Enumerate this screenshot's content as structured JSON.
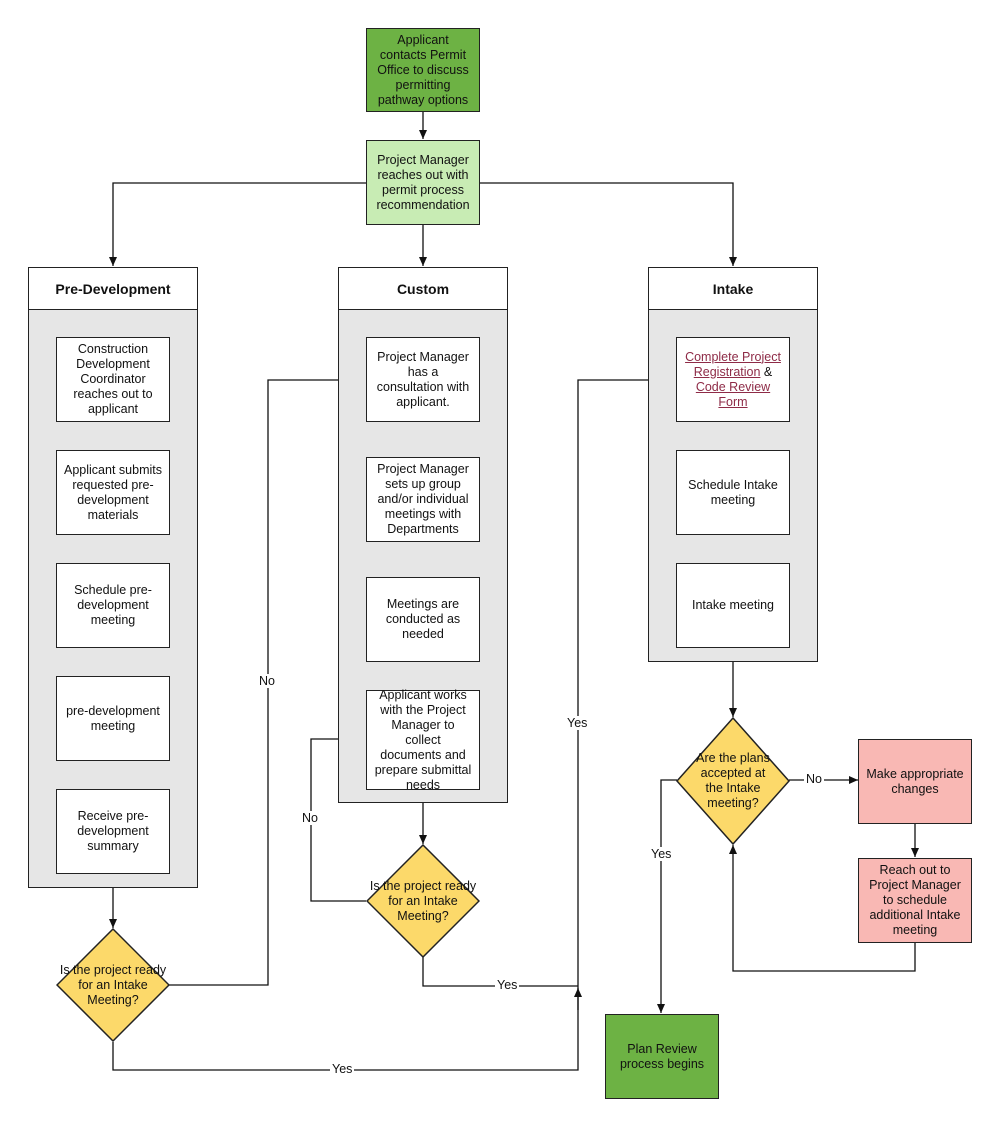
{
  "start": "Applicant contacts Permit Office to discuss permitting pathway options",
  "pm_recommendation": "Project Manager reaches out with permit process recommendation",
  "lanes": {
    "predev": {
      "title": "Pre-Development",
      "steps": [
        "Construction Development Coordinator reaches out to applicant",
        "Applicant submits requested pre-development materials",
        "Schedule pre-development meeting",
        "pre-development meeting",
        "Receive pre-development summary"
      ],
      "decision": "Is the project ready for an Intake Meeting?"
    },
    "custom": {
      "title": "Custom",
      "steps": [
        "Project Manager has a consultation with applicant.",
        "Project Manager sets up group and/or individual meetings with Departments",
        "Meetings are conducted as needed",
        "Applicant works with the Project Manager to collect documents and prepare submittal needs"
      ],
      "decision": "Is the project ready for an Intake Meeting?"
    },
    "intake": {
      "title": "Intake",
      "registration_link": "Complete Project Registration",
      "amp": " & ",
      "code_review_link": "Code Review Form",
      "steps": [
        "Schedule Intake meeting",
        "Intake meeting"
      ],
      "decision": "Are the plans accepted at the Intake meeting?"
    }
  },
  "make_changes": "Make appropriate changes",
  "reach_out": "Reach out to Project Manager to schedule additional Intake meeting",
  "plan_review": "Plan Review process begins",
  "labels": {
    "yes": "Yes",
    "no": "No"
  },
  "colors": {
    "start": "#6db244",
    "recommendation": "#c8ecb4",
    "decision": "#fcd96a",
    "revision": "#f9b8b4",
    "lane_body": "#e6e6e6"
  }
}
